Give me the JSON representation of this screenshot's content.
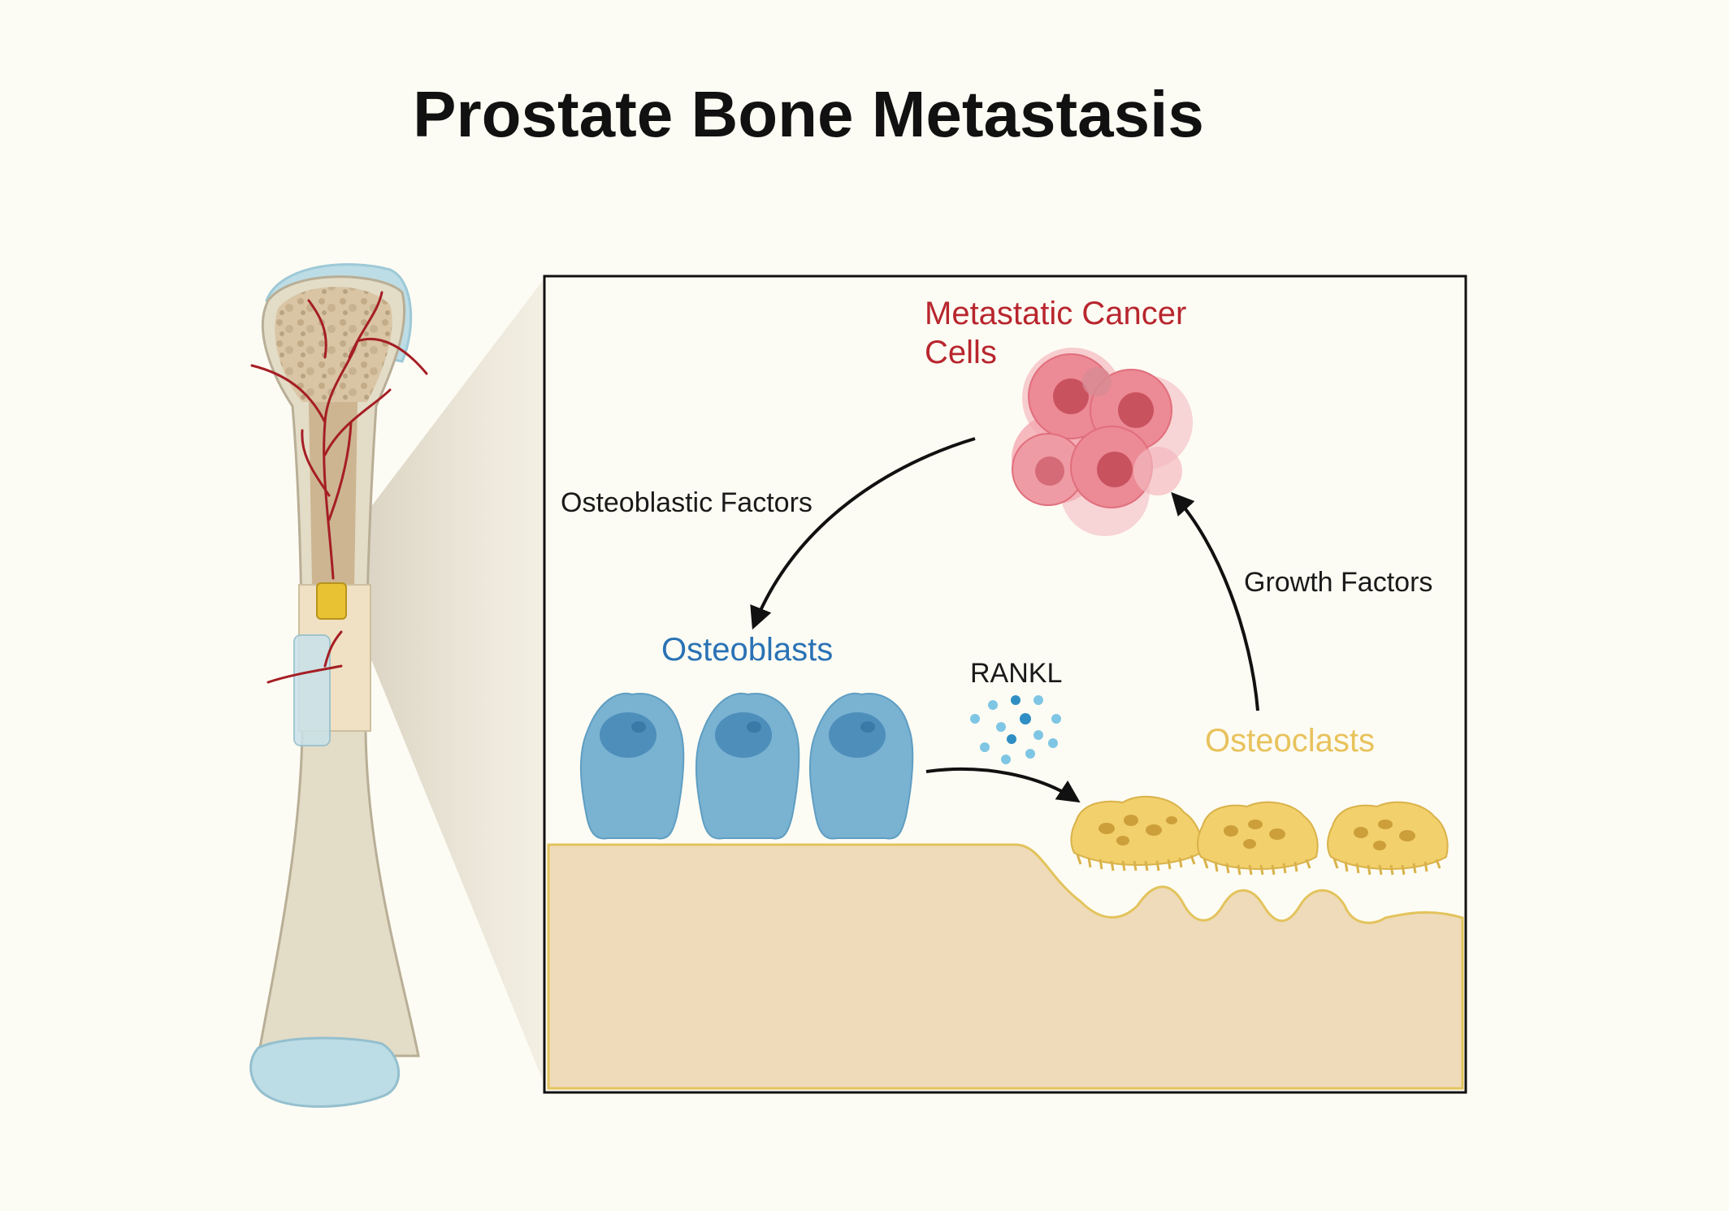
{
  "title": "Prostate Bone Metastasis",
  "labels": {
    "cancer_line1": "Metastatic Cancer",
    "cancer_line2": "Cells",
    "osteoblastic_factors": "Osteoblastic Factors",
    "growth_factors": "Growth Factors",
    "osteoblasts": "Osteoblasts",
    "rankl": "RANKL",
    "osteoclasts": "Osteoclasts"
  },
  "colors": {
    "background": "#fdfcf4",
    "cancer_text": "#b8262e",
    "osteoblast_text": "#2a72b5",
    "osteoclast_text": "#e8c25c",
    "bone_matrix": "#efdbb9",
    "osteoblast_cell": "#7ab2d2",
    "osteoclast_cell": "#f2d06c",
    "cancer_cell": "#ec8a95",
    "vessel": "#a51e24"
  }
}
